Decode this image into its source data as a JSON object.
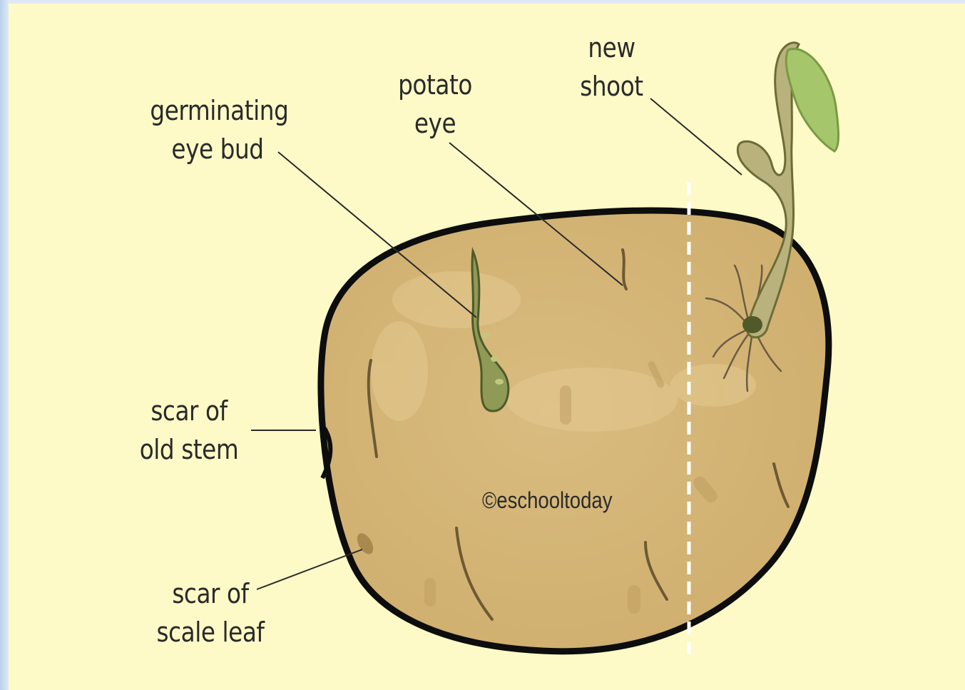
{
  "labels": {
    "germinating_eye_bud": [
      "germinating",
      "eye bud"
    ],
    "potato_eye": [
      "potato",
      "eye"
    ],
    "new_shoot": [
      "new",
      "shoot"
    ],
    "scar_old_stem": [
      "scar of",
      "old stem"
    ],
    "scar_scale_leaf": [
      "scar of",
      "scale leaf"
    ]
  },
  "watermark": "©eschooltoday",
  "colors": {
    "background": "#fefac7",
    "potato_skin": "#d6b779",
    "potato_outline": "#0d0d0d",
    "sprout": "#8e9a55",
    "leaf": "#a6c66b",
    "divider": "#ffffff"
  }
}
